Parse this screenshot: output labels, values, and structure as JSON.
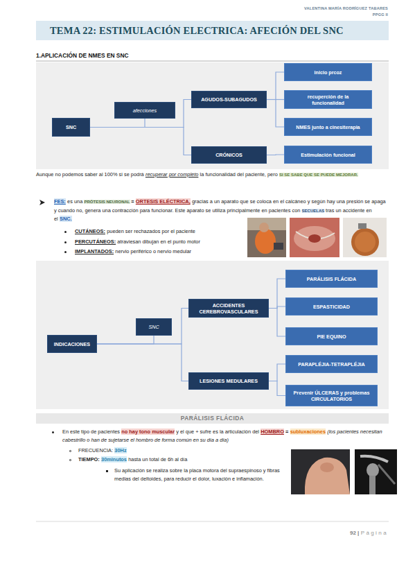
{
  "diagram": {
    "title": "TEMA 22: ESTIMULACIÓN ELECTRICA: AFECIÓN DEL SNC",
    "nodes": [
      {
        "text": [
          "SNC"
        ]
      },
      {
        "text": [
          "afecciones"
        ]
      },
      {
        "text": [
          "AGUDOS-SUBAGUDOS"
        ]
      },
      {
        "text": [
          "CRÓNICOS"
        ]
      },
      {
        "text": [
          "inicio prcoz"
        ]
      },
      {
        "text": [
          "recuperción de la funcionalidad"
        ]
      },
      {
        "text": [
          "NMES junto a cinesiterapia"
        ]
      },
      {
        "text": [
          "Estimulación funcional"
        ]
      },
      {
        "text": [
          "INDICACIONES"
        ]
      },
      {
        "text": [
          "SNC"
        ]
      },
      {
        "text": [
          "ACCIDENTES CEREBROVASCULARES"
        ]
      },
      {
        "text": [
          "LESIONES MEDULARES"
        ]
      },
      {
        "text": [
          "PARÁLISIS FLÁCIDA"
        ]
      },
      {
        "text": [
          "ESPASTICIDAD"
        ]
      },
      {
        "text": [
          "PIE EQUINO"
        ]
      },
      {
        "text": [
          "PARAPLÉJIA-TETRAPLÉJIA"
        ]
      },
      {
        "text": [
          "Prevenir ÚLCERAS y problemas CIRCULATORIOS"
        ]
      },
      {
        "text": [
          "PARÁLISIS FLÁCIDA"
        ]
      }
    ],
    "edges": [
      {
        "from": 0,
        "to": 2,
        "arrow": "none"
      },
      {
        "from": 0,
        "to": 3,
        "arrow": "none"
      },
      {
        "from": 1,
        "to": 0,
        "arrow": "none"
      },
      {
        "from": 2,
        "to": 4,
        "arrow": "none"
      },
      {
        "from": 2,
        "to": 5,
        "arrow": "none"
      },
      {
        "from": 2,
        "to": 6,
        "arrow": "none"
      },
      {
        "from": 3,
        "to": 7,
        "arrow": "none"
      },
      {
        "from": 8,
        "to": 10,
        "arrow": "none"
      },
      {
        "from": 8,
        "to": 11,
        "arrow": "none"
      },
      {
        "from": 9,
        "to": 8,
        "arrow": "none"
      },
      {
        "from": 10,
        "to": 12,
        "arrow": "none"
      },
      {
        "from": 10,
        "to": 13,
        "arrow": "none"
      },
      {
        "from": 10,
        "to": 14,
        "arrow": "none"
      },
      {
        "from": 11,
        "to": 15,
        "arrow": "none"
      },
      {
        "from": 11,
        "to": 16,
        "arrow": "none"
      }
    ],
    "labels": [
      "VALENTINA MARÍA RODRÍGUEZ TABARES",
      "PPGG II",
      "1.APLICACIÓN DE NMES EN SNC",
      "Aunque no podemos saber al 100% si se podrá",
      "recuperar por completo",
      "la funcionalidad del paciente, pero",
      "SI SE SABE QUE SE PUEDE MEJORAR.",
      "FES:",
      "es una",
      "PRÓTESIS NEURONAL",
      "=",
      "ORTESIS ELÉCTRICA,",
      "gracias a un aparato que se coloca en el calcáneo y según hay una presión se apaga y cuando no, genera una contracción para funcionar. Este aparato se utiliza principalmente en pacientes con",
      "SECUELAS",
      "tras un accidente en el",
      "SNC.",
      "CUTÁNEOS:",
      "pueden ser rechazados por el paciente",
      "PERCUTÁNEOS:",
      "atraviesan dibujan en el punto motor",
      "IMPLANTADOS:",
      "nervio periférico o nervio medular",
      "En este tipo de pacientes",
      "no hay tono muscular",
      "y el que + sufre es la articulación del",
      "HOMBRO",
      "=",
      "subluxaciones",
      "(los pacientes necesitan cabestrillo o han de sujetarse el hombro de forma común en su día a día)",
      "FRECUENCIA:",
      "30Hz",
      "TIEMPO:",
      "30minutos",
      "hasta un total de 6h al día",
      "Su aplicación se realiza sobre la placa motora del supraespinoso y fibras medias del deltoides, para reducir el dolor, luxación e inflamación.",
      "92 |",
      "Página"
    ]
  }
}
